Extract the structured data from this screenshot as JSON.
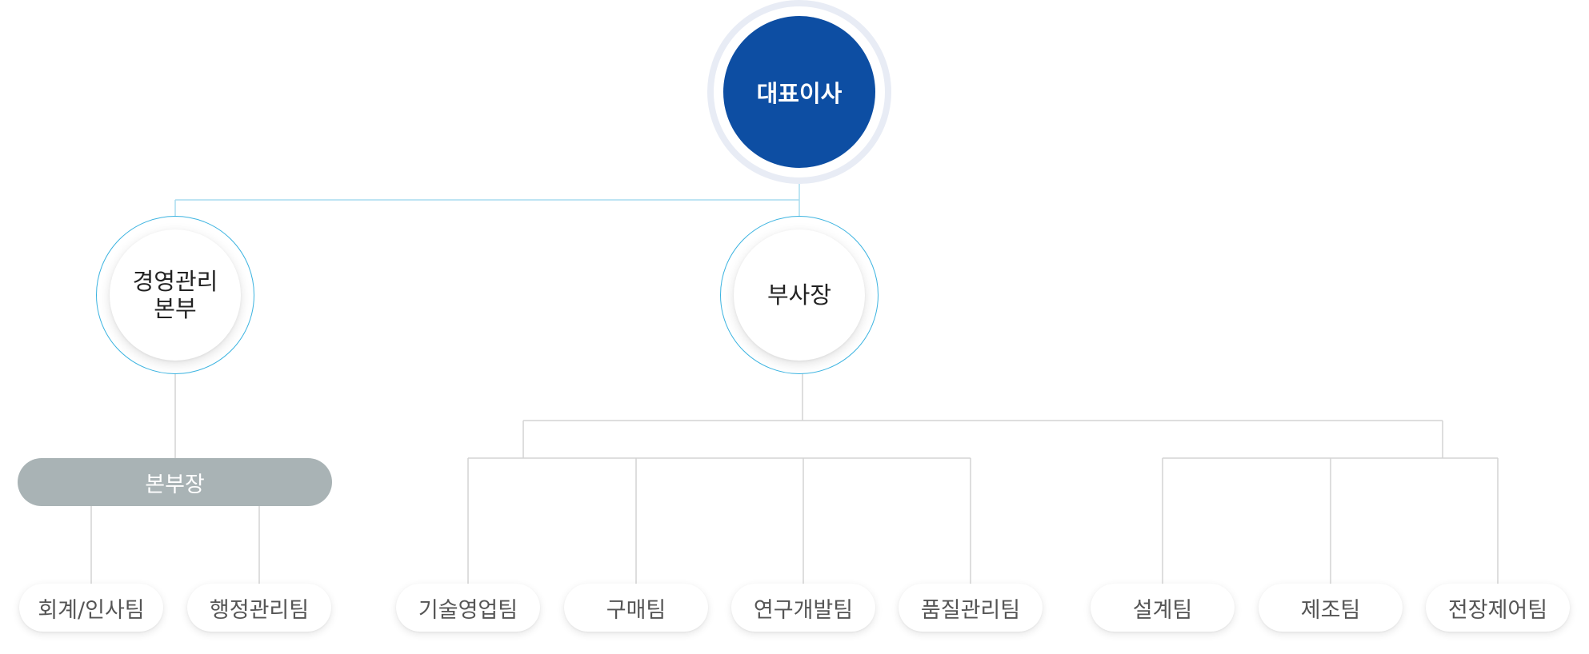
{
  "ceo": {
    "label": "대표이사"
  },
  "divisions": {
    "management": {
      "line1": "경영관리",
      "line2": "본부"
    },
    "vp": {
      "label": "부사장"
    }
  },
  "head": {
    "label": "본부장"
  },
  "teams": {
    "accounting_hr": "회계/인사팀",
    "admin": "행정관리팀",
    "tech_sales": "기술영업팀",
    "purchasing": "구매팀",
    "rnd": "연구개발팀",
    "quality": "품질관리팀",
    "design": "설계팀",
    "manufacturing": "제조팀",
    "control": "전장제어팀"
  },
  "colors": {
    "ceo": "#0d4ea3",
    "ceo_halo": "#e8ecf5",
    "division_ring": "#3bb3e0",
    "connector_blue": "#a9dcef",
    "connector_grey": "#d3d3d3",
    "head_pill": "#a9b3b5"
  }
}
